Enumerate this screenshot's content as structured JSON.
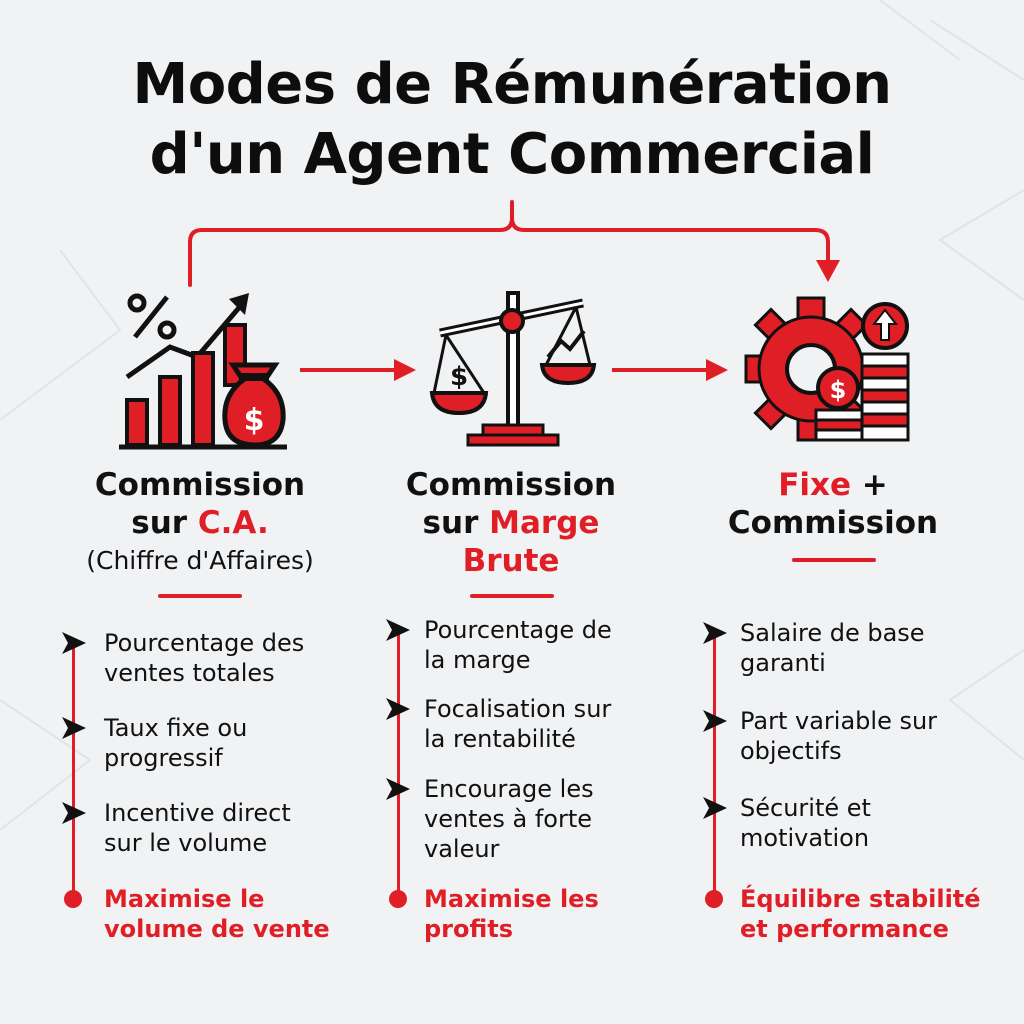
{
  "title": {
    "line1": "Modes de Rémunération",
    "line2": "d'un Agent Commercial"
  },
  "colors": {
    "accent": "#e01e25",
    "text": "#111111",
    "background": "#f1f2f4"
  },
  "columns": [
    {
      "icon": "rising-bar-chart-money-bag-icon",
      "title_line1": "Commission",
      "title_line2_prefix": "sur ",
      "title_line2_highlight": "C.A.",
      "subtitle": "(Chiffre d'Affaires)",
      "items": [
        {
          "line1": "Pourcentage des",
          "line2": "ventes totales"
        },
        {
          "line1": "Taux fixe ou",
          "line2": "progressif"
        },
        {
          "line1": "Incentive direct",
          "line2": "sur le volume"
        }
      ],
      "conclusion": {
        "line1": "Maximise le",
        "line2": "volume de vente"
      }
    },
    {
      "icon": "balance-scale-icon",
      "title_line1": "Commission",
      "title_line2_prefix": "sur ",
      "title_line2_highlight": "Marge",
      "title_line3_highlight": "Brute",
      "items": [
        {
          "line1": "Pourcentage de",
          "line2": "la marge"
        },
        {
          "line1": "Focalisation sur",
          "line2": "la rentabilité"
        },
        {
          "line1": "Encourage les",
          "line2": "ventes à forte",
          "line3": "valeur"
        }
      ],
      "conclusion": {
        "line1": "Maximise les",
        "line2": "profits"
      }
    },
    {
      "icon": "gear-coins-icon",
      "title_line1_highlight": "Fixe",
      "title_line1_suffix": " +",
      "title_line2": "Commission",
      "items": [
        {
          "line1": "Salaire de base",
          "line2": "garanti"
        },
        {
          "line1": "Part variable sur",
          "line2": "objectifs"
        },
        {
          "line1": "Sécurité et",
          "line2": "motivation"
        }
      ],
      "conclusion": {
        "line1": "Équilibre stabilité",
        "line2": "et performance"
      }
    }
  ]
}
